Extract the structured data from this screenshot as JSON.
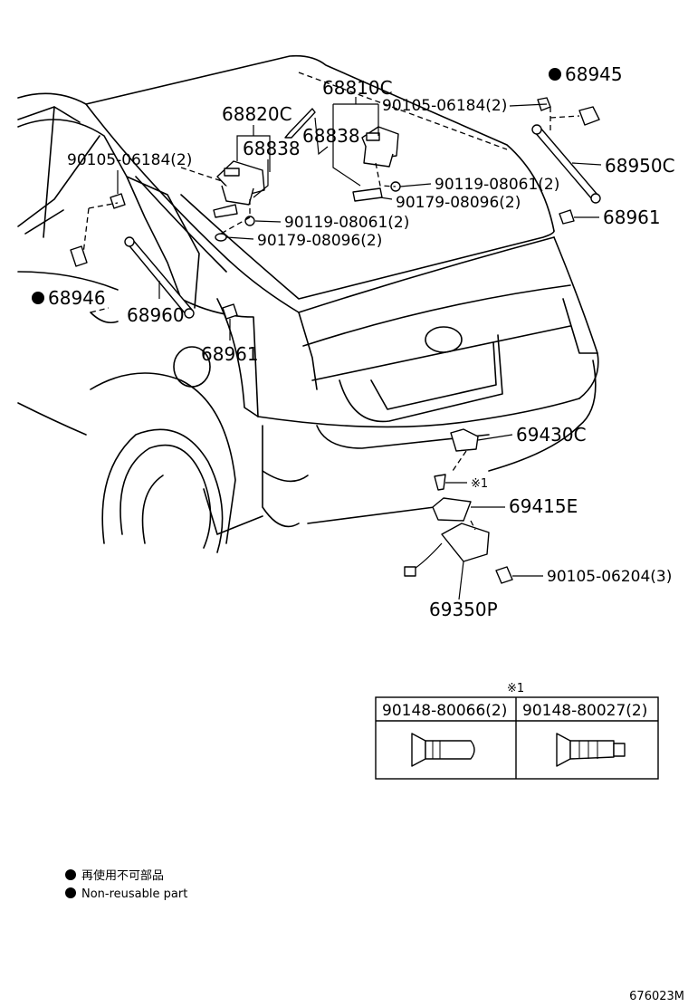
{
  "labels": {
    "p68810C": "68810C",
    "p68820C": "68820C",
    "p68838a": "68838",
    "p68838b": "68838",
    "p68945": "68945",
    "p90105_06184_right": "90105-06184(2)",
    "p90105_06184_left": "90105-06184(2)",
    "p90119_08061_right": "90119-08061(2)",
    "p90179_08096_right": "90179-08096(2)",
    "p90119_08061_left": "90119-08061(2)",
    "p90179_08096_left": "90179-08096(2)",
    "p68950C": "68950C",
    "p68961_right": "68961",
    "p68946": "68946",
    "p68960": "68960",
    "p68961_left": "68961",
    "p69430C": "69430C",
    "note_ref": "※1",
    "p69415E": "69415E",
    "p90105_06204": "90105-06204(3)",
    "p69350P": "69350P"
  },
  "ref_table": {
    "title": "※1",
    "headers": [
      "90148-80066(2)",
      "90148-80027(2)"
    ]
  },
  "legend": {
    "jp": "再使用不可部品",
    "en": "Non-reusable part"
  },
  "diagram_code": "676023M"
}
